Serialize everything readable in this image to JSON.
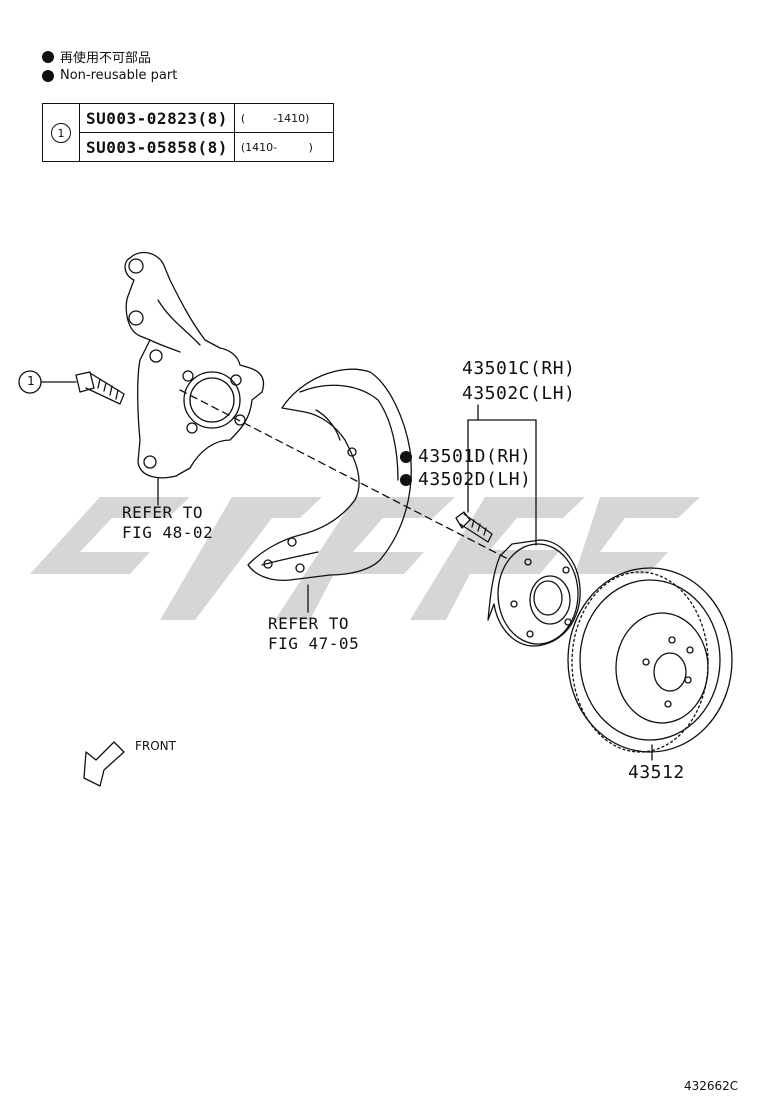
{
  "legend": {
    "jp": "再使用不可部品",
    "en": "Non-reusable part"
  },
  "parts_table": {
    "ref": "1",
    "rows": [
      {
        "code": "SU003-02823(8)",
        "range": "(        -1410)"
      },
      {
        "code": "SU003-05858(8)",
        "range": "(1410-         )"
      }
    ]
  },
  "callouts": {
    "bolt_ref": "1",
    "knuckle_refer": "REFER TO\nFIG 48-02",
    "shield_refer": "REFER TO\nFIG 47-05",
    "hub_rh": "43501C(RH)",
    "hub_lh": "43502C(LH)",
    "bolt_rh": "43501D(RH)",
    "bolt_lh": "43502D(LH)",
    "rotor": "43512",
    "front": "FRONT"
  },
  "figure_id": "432662C",
  "colors": {
    "line": "#111111",
    "watermark": "#d6d6d6"
  }
}
